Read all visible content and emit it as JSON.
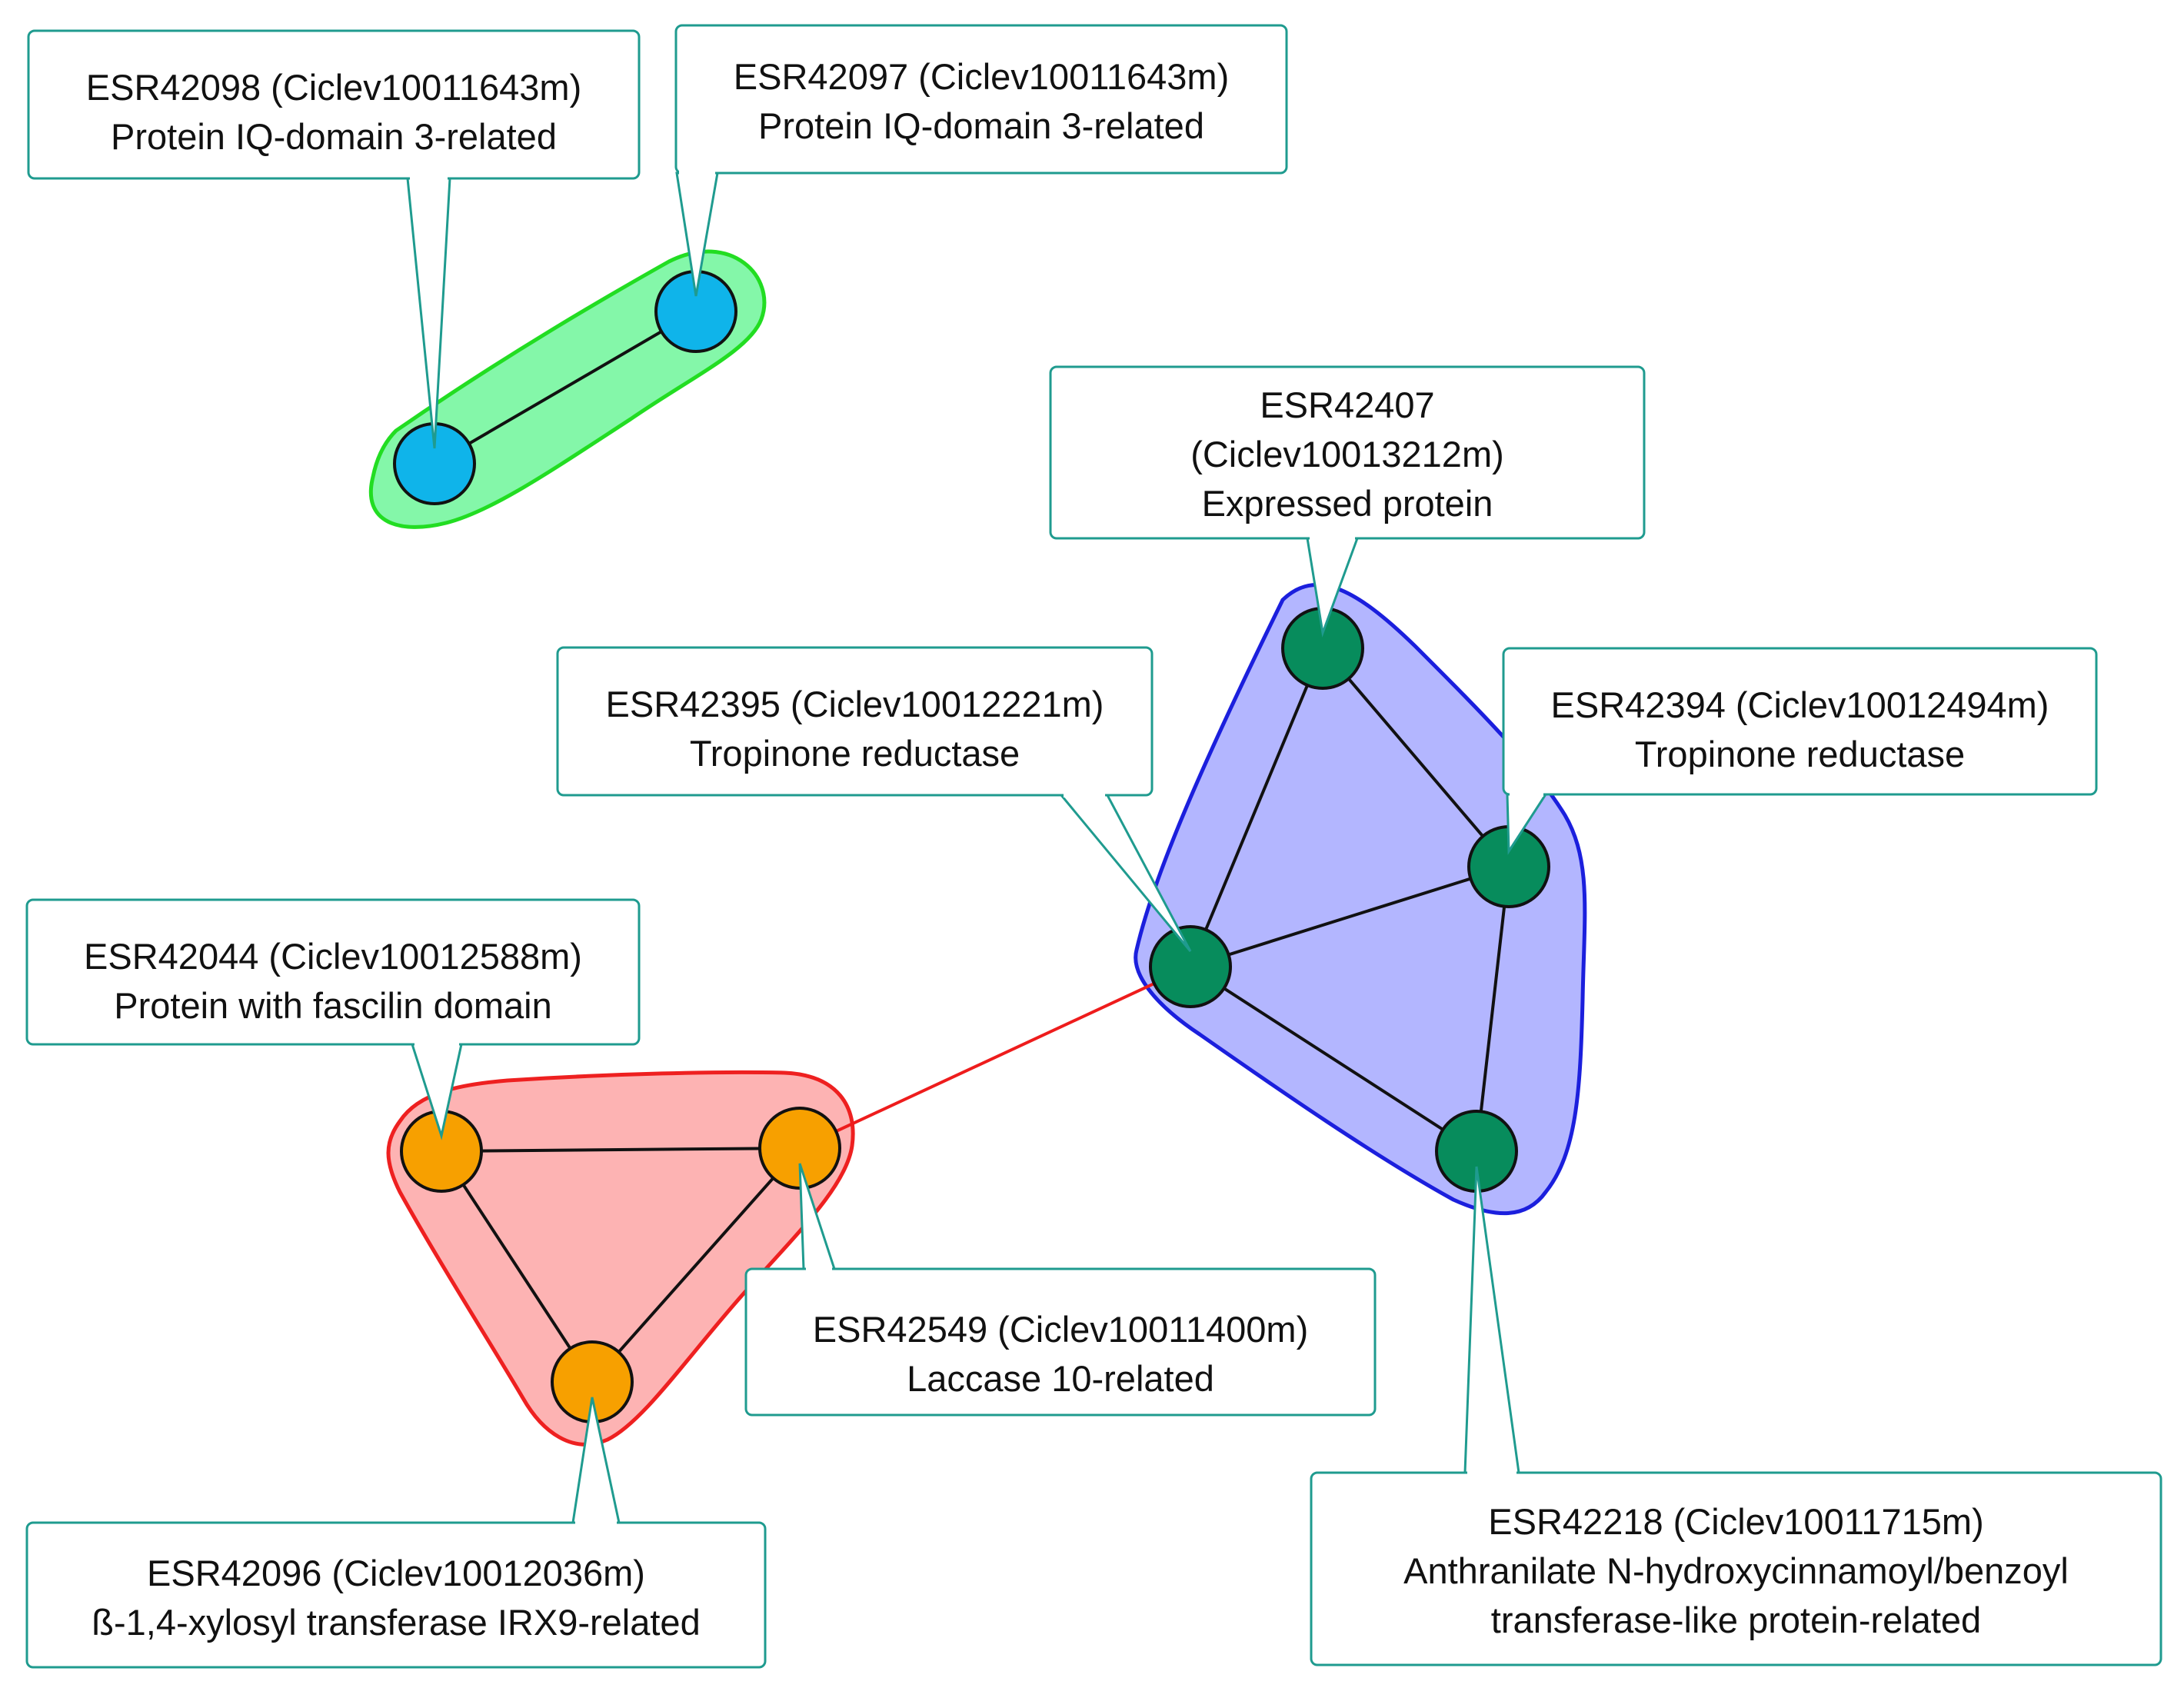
{
  "colors": {
    "callout_border": "#1f9b8f",
    "edge": "#111111",
    "inter_cluster_edge": "#ee1c1c"
  },
  "clusters": [
    {
      "id": "c-green",
      "fill": "#84f7a9",
      "stroke": "#22dd22"
    },
    {
      "id": "c-blue",
      "fill": "#b3b6ff",
      "stroke": "#1b1fdd"
    },
    {
      "id": "c-red",
      "fill": "#fdb3b3",
      "stroke": "#ee2020"
    }
  ],
  "nodes": [
    {
      "id": "ESR42098",
      "color": "#0fb4ea",
      "cluster": "c-green",
      "lines": [
        "ESR42098 (Ciclev10011643m)",
        "Protein IQ-domain 3-related"
      ]
    },
    {
      "id": "ESR42097",
      "color": "#0fb4ea",
      "cluster": "c-green",
      "lines": [
        "ESR42097 (Ciclev10011643m)",
        "Protein IQ-domain 3-related"
      ]
    },
    {
      "id": "ESR42407",
      "color": "#078c5c",
      "cluster": "c-blue",
      "lines": [
        "ESR42407",
        "(Ciclev10013212m)",
        "Expressed protein"
      ]
    },
    {
      "id": "ESR42395",
      "color": "#078c5c",
      "cluster": "c-blue",
      "lines": [
        "ESR42395 (Ciclev10012221m)",
        "Tropinone reductase"
      ]
    },
    {
      "id": "ESR42394",
      "color": "#078c5c",
      "cluster": "c-blue",
      "lines": [
        "ESR42394 (Ciclev10012494m)",
        "Tropinone reductase"
      ]
    },
    {
      "id": "ESR42218",
      "color": "#078c5c",
      "cluster": "c-blue",
      "lines": [
        "ESR42218 (Ciclev10011715m)",
        "Anthranilate N-hydroxycinnamoyl/benzoyl",
        "transferase-like protein-related"
      ]
    },
    {
      "id": "ESR42044",
      "color": "#f7a000",
      "cluster": "c-red",
      "lines": [
        "ESR42044 (Ciclev10012588m)",
        "Protein with fascilin domain"
      ]
    },
    {
      "id": "ESR42549",
      "color": "#f7a000",
      "cluster": "c-red",
      "lines": [
        "ESR42549 (Ciclev10011400m)",
        "Laccase 10-related"
      ]
    },
    {
      "id": "ESR42096",
      "color": "#f7a000",
      "cluster": "c-red",
      "lines": [
        "ESR42096 (Ciclev10012036m)",
        "ß-1,4-xylosyl transferase IRX9-related"
      ]
    }
  ],
  "edges": [
    {
      "from": "ESR42098",
      "to": "ESR42097",
      "type": "intra"
    },
    {
      "from": "ESR42407",
      "to": "ESR42395",
      "type": "intra"
    },
    {
      "from": "ESR42407",
      "to": "ESR42394",
      "type": "intra"
    },
    {
      "from": "ESR42395",
      "to": "ESR42394",
      "type": "intra"
    },
    {
      "from": "ESR42395",
      "to": "ESR42218",
      "type": "intra"
    },
    {
      "from": "ESR42394",
      "to": "ESR42218",
      "type": "intra"
    },
    {
      "from": "ESR42044",
      "to": "ESR42549",
      "type": "intra"
    },
    {
      "from": "ESR42044",
      "to": "ESR42096",
      "type": "intra"
    },
    {
      "from": "ESR42549",
      "to": "ESR42096",
      "type": "intra"
    },
    {
      "from": "ESR42549",
      "to": "ESR42395",
      "type": "inter"
    }
  ]
}
